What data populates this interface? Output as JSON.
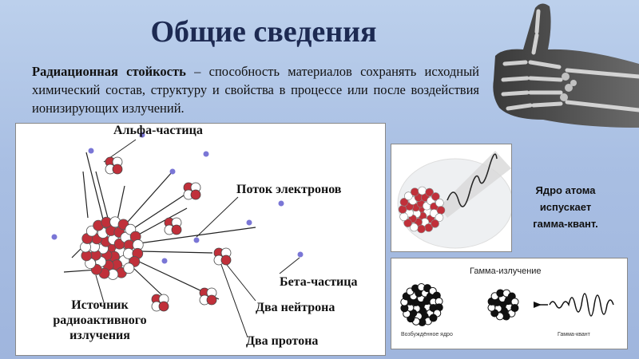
{
  "title": "Общие сведения",
  "definition": {
    "term": "Радиационная стойкость",
    "text": " – способность материалов сохранять исходный химический состав, структуру и свойства в процессе или после воздействия ионизирующих излучений."
  },
  "diagram": {
    "labels": {
      "alpha": "Альфа-частица",
      "electrons": "Поток электронов",
      "beta": "Бета-частица",
      "neutrons": "Два нейтрона",
      "protons": "Два протона",
      "source": "Источник\nрадиоактивного\nизлучения"
    },
    "colors": {
      "proton": "#c0303a",
      "neutron": "#ffffff",
      "electron": "#7a76d6"
    }
  },
  "nucleus_panel": {
    "caption": "Ядро атома\nиспускает\nгамма-квант."
  },
  "gamma_panel": {
    "title": "Гамма-излучение",
    "excited": "Возбуждённое ядро",
    "quantum": "Гамма-квант"
  }
}
